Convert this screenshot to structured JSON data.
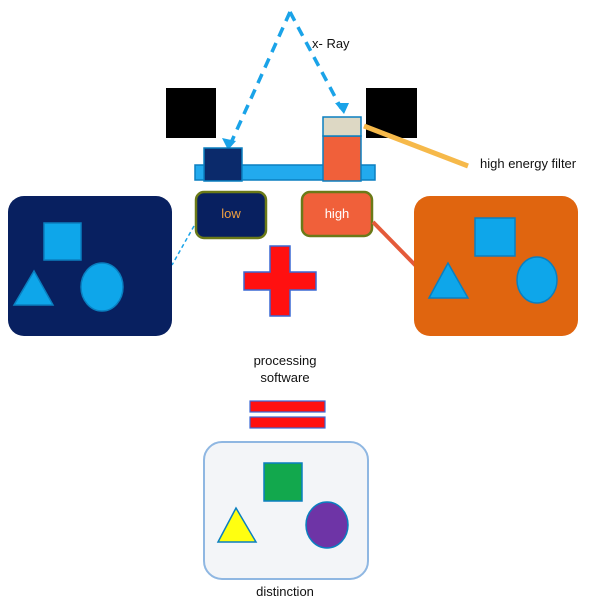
{
  "labels": {
    "xray": "x- Ray",
    "filter": "high energy filter",
    "low": "low",
    "high": "high",
    "processing_line1": "processing",
    "processing_line2": "software",
    "distinction": "distinction"
  },
  "colors": {
    "xray_beam": "#1aa3e8",
    "detector_bar": "#22aaee",
    "low_panel": "#082060",
    "high_panel": "#e0650f",
    "low_detector": "#0b2a6b",
    "high_detector": "#f0603a",
    "filter_block": "#ddd8c4",
    "filter_line": "#f6b94a",
    "plus_sign": "#ff1010",
    "equals_sign": "#ff1010",
    "shape_blue": "#0ea6ea",
    "result_square": "#12a84d",
    "result_triangle": "#ffff10",
    "result_circle": "#6e34a6",
    "result_panel": "#f3f5f8"
  },
  "icons": [
    "low-energy-image",
    "high-energy-image",
    "combined-result-image",
    "plus-sign",
    "equals-sign"
  ]
}
